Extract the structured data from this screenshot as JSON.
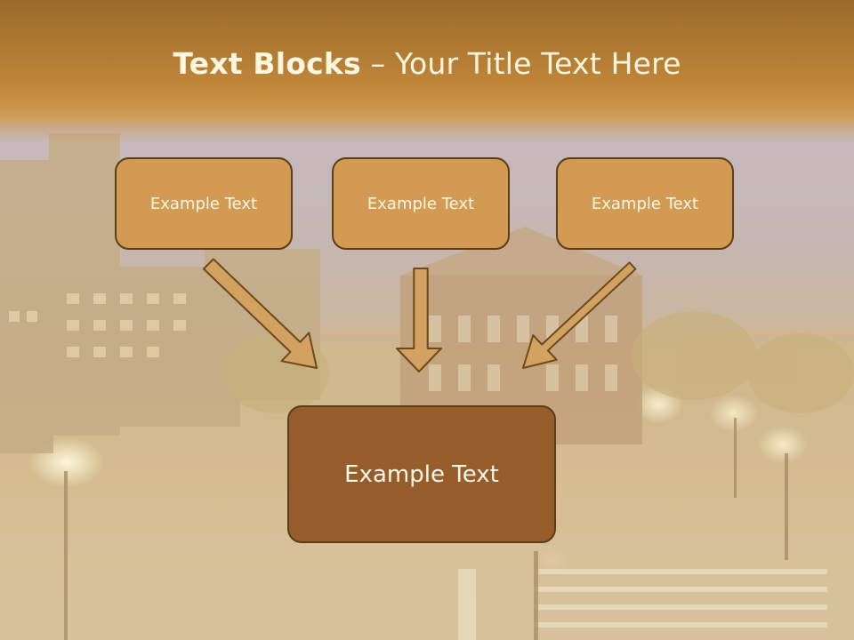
{
  "slide": {
    "title_bold": "Text Blocks",
    "title_dash": " – ",
    "title_rest": "Your Title Text Here",
    "top_boxes": [
      {
        "label": "Example Text"
      },
      {
        "label": "Example Text"
      },
      {
        "label": "Example Text"
      }
    ],
    "bottom_box": {
      "label": "Example Text"
    }
  },
  "colors": {
    "header": "#b07a33",
    "top_box_fill": "#d29a52",
    "bottom_box_fill": "#965d2b",
    "arrow_fill": "#d3a160",
    "box_border": "#5b3e16"
  }
}
